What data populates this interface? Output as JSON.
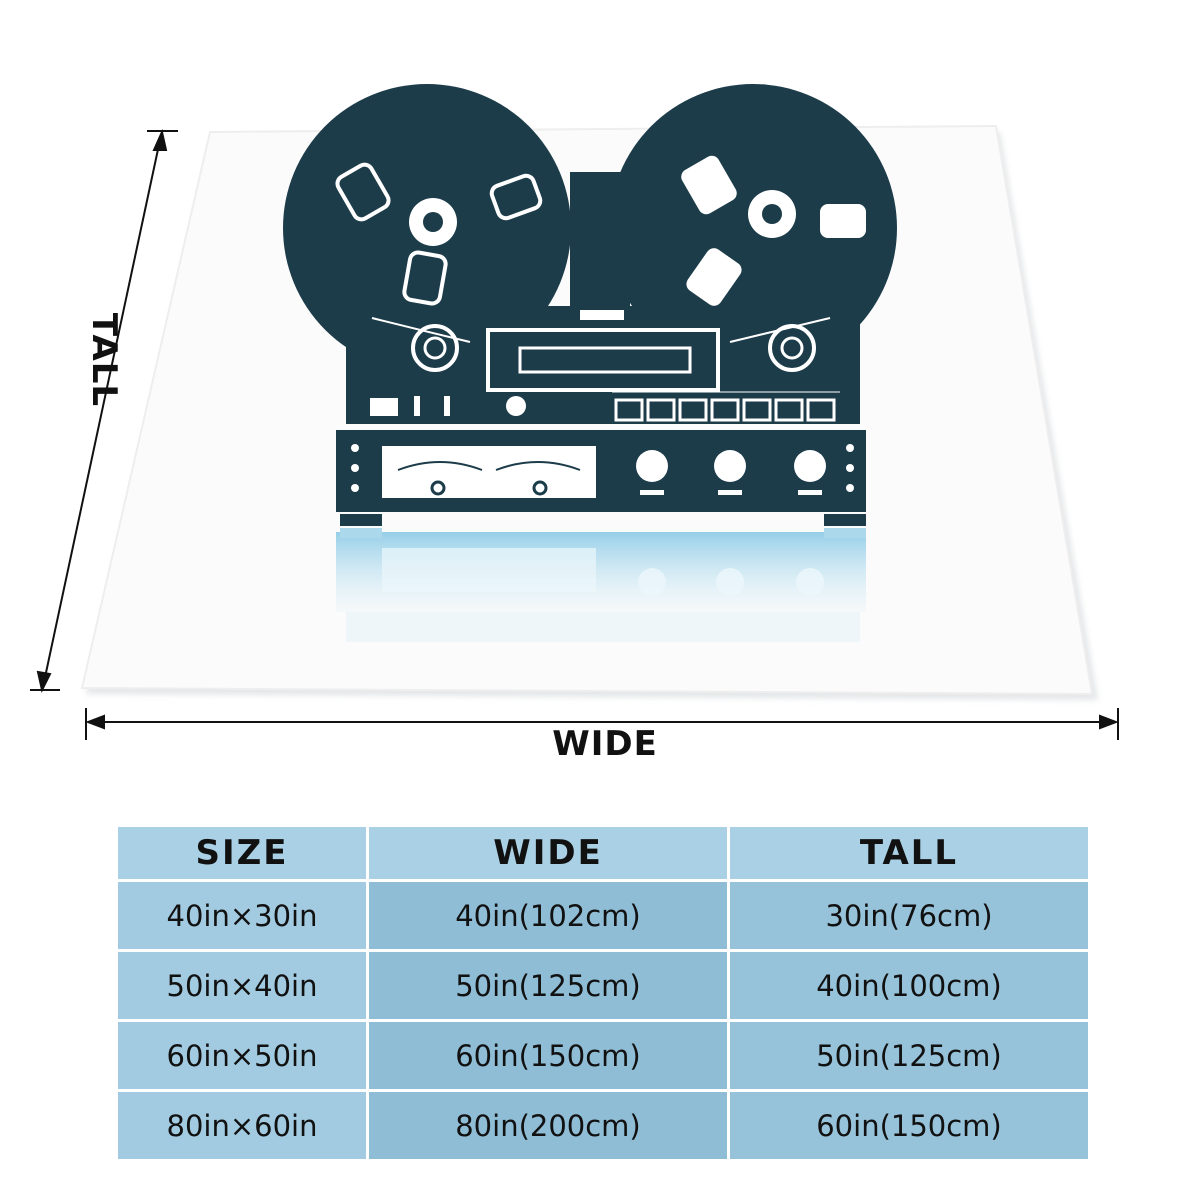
{
  "dimension_labels": {
    "tall": "TALL",
    "wide": "WIDE"
  },
  "size_table": {
    "headers": [
      "SIZE",
      "WIDE",
      "TALL"
    ],
    "rows": [
      [
        "40in×30in",
        "40in(102cm)",
        "30in(76cm)"
      ],
      [
        "50in×40in",
        "50in(125cm)",
        "40in(100cm)"
      ],
      [
        "60in×50in",
        "60in(150cm)",
        "50in(125cm)"
      ],
      [
        "80in×60in",
        "80in(200cm)",
        "60in(150cm)"
      ]
    ]
  },
  "colors": {
    "artwork_dark": "#1d3c4a",
    "reflection": "#9fd3ea",
    "table_header": "#a9d0e4",
    "table_cell": "#8fbdd6"
  },
  "icons": {
    "product": "reel-to-reel-tape-recorder-artwork",
    "tall_arrow": "double-arrow-vertical-icon",
    "wide_arrow": "double-arrow-horizontal-icon"
  }
}
